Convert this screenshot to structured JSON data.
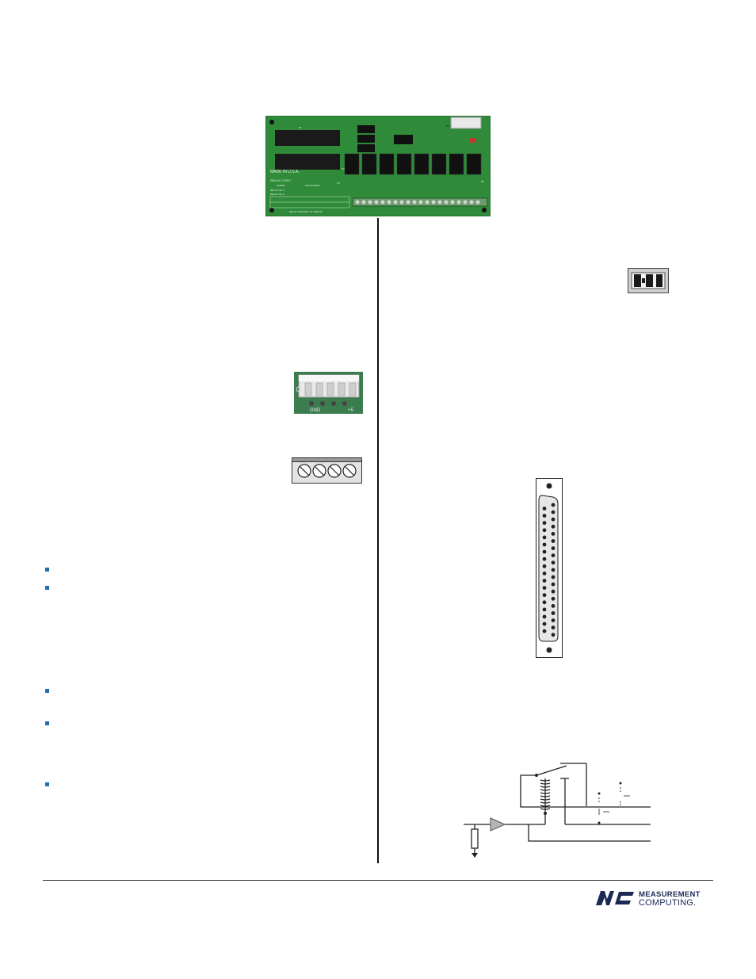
{
  "board": {
    "made_in": "MADE IN U.S.A.",
    "logic_label": "RELAY LOGIC",
    "invert_label": "INVERT",
    "non_invert_label": "NON-INVERT",
    "relay_no1": "RELAY NO 1",
    "relay_no2": "RELAY NO 2",
    "control_label": "RELAY    CONTROL BY GROUP",
    "p1_label": "P1",
    "p2_label": "P2",
    "p3_label": "P3",
    "p4_label": "P4",
    "p5_label": "P5"
  },
  "connector": {
    "gnd": "GND",
    "plus5": "+5"
  },
  "logo": {
    "line1": "MEASUREMENT",
    "line2": "COMPUTING."
  },
  "colors": {
    "pcb": "#2f8a3a",
    "pcb_dark": "#1e5e28",
    "bullet": "#1f6db3",
    "logo": "#1b2a55"
  }
}
